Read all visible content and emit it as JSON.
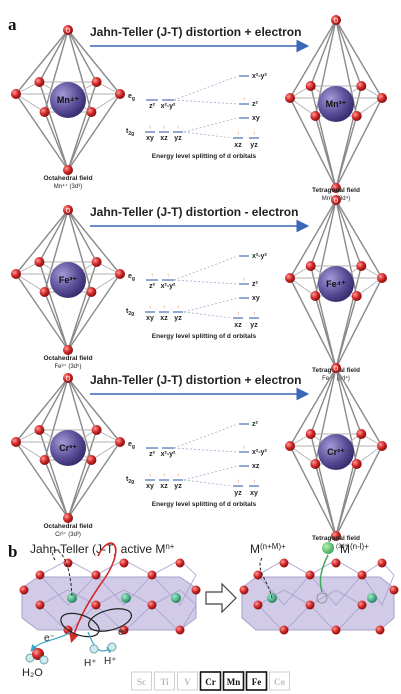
{
  "panel_a": {
    "label": "a",
    "rows": [
      {
        "arrow_title": "Jahn-Teller (J-T) distortion + electron",
        "ion_left": "Mn⁴⁺",
        "ion_right": "Mn³⁺",
        "left_caption": "Octahedral field",
        "left_config": "Mn⁴⁺ (3d³)",
        "right_caption": "Tetragonal field",
        "right_config": "Mn³⁺ (3d⁴)",
        "splitting_caption": "Energy level splitting of d orbitals",
        "eg_label": "e",
        "eg_sub": "g",
        "t2g_label": "t",
        "t2g_sub": "2g",
        "left_eg_orbitals": [
          "z²",
          "x²-y²"
        ],
        "left_t2g_orbitals": [
          "xy",
          "xz",
          "yz"
        ],
        "right_levels": [
          "x²-y²",
          "z²",
          "xy",
          "xz",
          "yz"
        ]
      },
      {
        "arrow_title": "Jahn-Teller (J-T) distortion - electron",
        "ion_left": "Fe³⁺",
        "ion_right": "Fe⁴⁺",
        "left_caption": "Octahedral field",
        "left_config": "Fe³⁺ (3d⁵)",
        "right_caption": "Tetragonal field",
        "right_config": "Fe⁴⁺ (3d⁴)",
        "splitting_caption": "Energy level splitting of d orbitals",
        "eg_label": "e",
        "eg_sub": "g",
        "t2g_label": "t",
        "t2g_sub": "2g",
        "left_eg_orbitals": [
          "z²",
          "x²-y²"
        ],
        "left_t2g_orbitals": [
          "xy",
          "xz",
          "yz"
        ],
        "right_levels": [
          "x²-y²",
          "z²",
          "xy",
          "xz",
          "yz"
        ]
      },
      {
        "arrow_title": "Jahn-Teller (J-T) distortion + electron",
        "ion_left": "Cr³⁺",
        "ion_right": "Cr²⁺",
        "left_caption": "Octahedral field",
        "left_config": "Cr³⁺ (3d³)",
        "right_caption": "Tetragonal field",
        "right_config": "Cr²⁺ (3d⁴)",
        "splitting_caption": "Energy level splitting of d orbitals",
        "eg_label": "e",
        "eg_sub": "g",
        "t2g_label": "t",
        "t2g_sub": "2g",
        "left_eg_orbitals": [
          "z²",
          "x²-y²"
        ],
        "left_t2g_orbitals": [
          "xy",
          "xz",
          "yz"
        ],
        "right_levels": [
          "z²",
          "x²-y²",
          "xz",
          "yz",
          "xy"
        ]
      }
    ],
    "oxygen_label": "O",
    "colors": {
      "oxygen": "#d42a2a",
      "metal": "#5b4f9a",
      "arrow": "#3b67b8",
      "level": "#4a6db3",
      "spin": "#e0702a"
    }
  },
  "panel_b": {
    "label": "b",
    "title_prefix": "Jahn-Teller (J-T) active M",
    "title_sup": "n+",
    "ion_middle": "M",
    "ion_middle_sup": "(n+M)+",
    "ion_right": "M",
    "ion_right_sup": "(n-l)+",
    "electron_labels": [
      "e⁻",
      "e⁻"
    ],
    "proton_labels": [
      "H⁺",
      "H⁺"
    ],
    "water_label": "H₂O",
    "elements": [
      {
        "symbol": "Sc",
        "active": false
      },
      {
        "symbol": "Ti",
        "active": false
      },
      {
        "symbol": "V",
        "active": false
      },
      {
        "symbol": "Cr",
        "active": true
      },
      {
        "symbol": "Mn",
        "active": true
      },
      {
        "symbol": "Fe",
        "active": true
      },
      {
        "symbol": "Co",
        "active": false
      }
    ],
    "colors": {
      "lattice_fill": "#c9c3e3",
      "metal_site": "#3fae8a",
      "oxygen": "#d42a2a",
      "curve_red": "#d42a2a",
      "curve_blue": "#3aa7c9",
      "ion_green": "#3aa45a"
    }
  }
}
